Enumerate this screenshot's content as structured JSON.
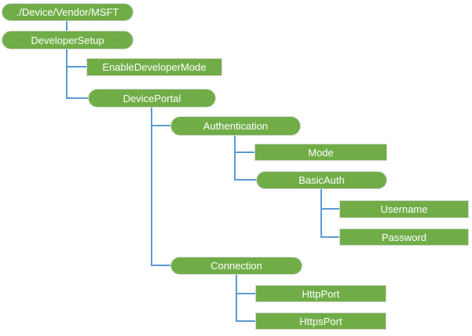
{
  "diagram": {
    "type": "tree",
    "description": "CSP node hierarchy tree for Windows Device Portal settings",
    "colors": {
      "node_fill": "#70AD47",
      "node_border": "#D6D6D6",
      "node_text": "#FFFFFF",
      "connector": "#5B9BD5",
      "background": "#FFFFFF"
    },
    "nodes": [
      {
        "label": "./Device/Vendor/MSFT",
        "shape": "rounded",
        "parent": null
      },
      {
        "label": "DeveloperSetup",
        "shape": "rounded",
        "parent": "./Device/Vendor/MSFT"
      },
      {
        "label": "EnableDeveloperMode",
        "shape": "rect",
        "parent": "DeveloperSetup"
      },
      {
        "label": "DevicePortal",
        "shape": "rounded",
        "parent": "DeveloperSetup"
      },
      {
        "label": "Authentication",
        "shape": "rounded",
        "parent": "DevicePortal"
      },
      {
        "label": "Mode",
        "shape": "rect",
        "parent": "Authentication"
      },
      {
        "label": "BasicAuth",
        "shape": "rounded",
        "parent": "Authentication"
      },
      {
        "label": "Username",
        "shape": "rect",
        "parent": "BasicAuth"
      },
      {
        "label": "Password",
        "shape": "rect",
        "parent": "BasicAuth"
      },
      {
        "label": "Connection",
        "shape": "rounded",
        "parent": "DevicePortal"
      },
      {
        "label": "HttpPort",
        "shape": "rect",
        "parent": "Connection"
      },
      {
        "label": "HttpsPort",
        "shape": "rect",
        "parent": "Connection"
      }
    ]
  }
}
